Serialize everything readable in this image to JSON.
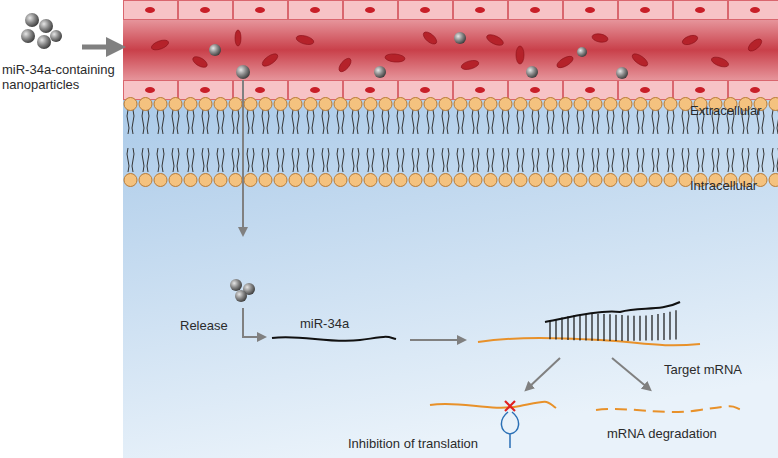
{
  "diagram": {
    "labels": [
      "miR-34a-containing nanoparticles",
      "Extracellular",
      "Intracellular",
      "Release",
      "miR-34a",
      "Target mRNA",
      "Inhibition of translation",
      "mRNA degradation"
    ]
  }
}
